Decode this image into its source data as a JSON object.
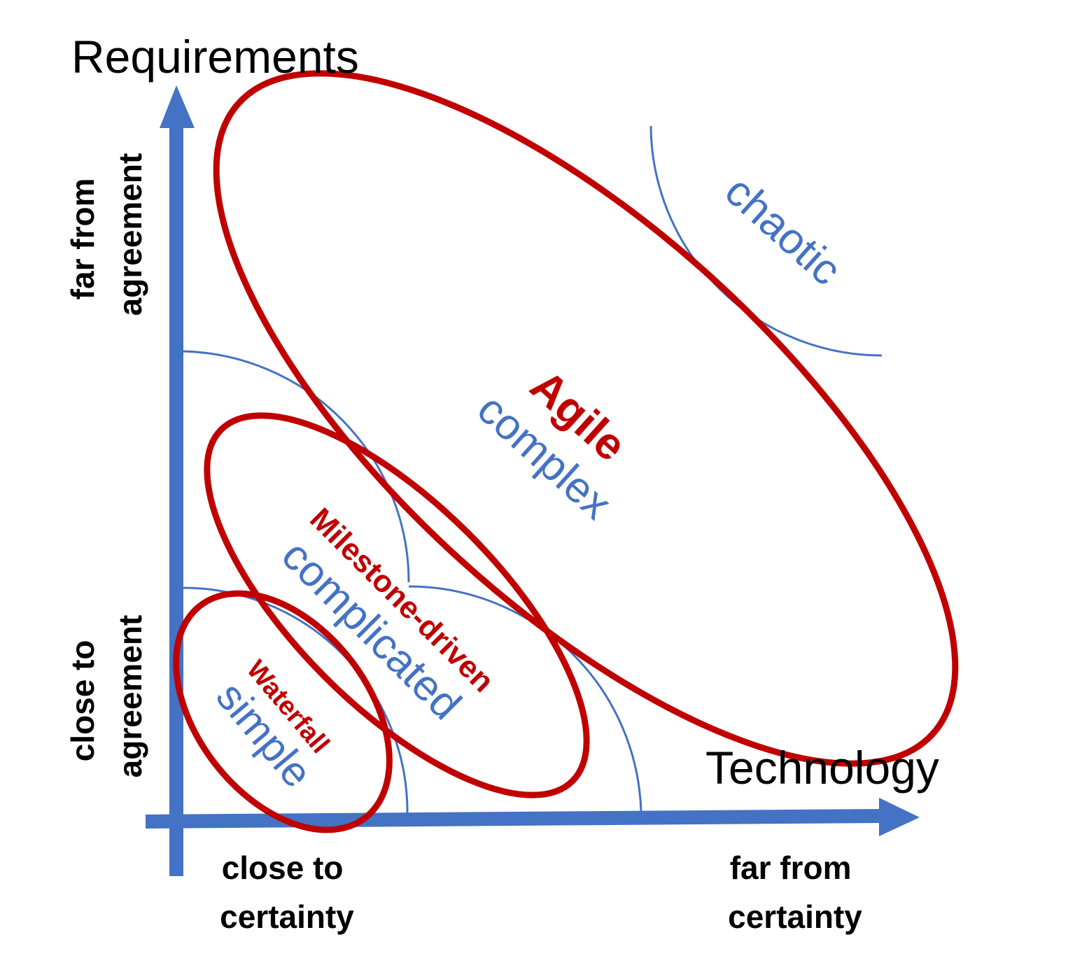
{
  "axes": {
    "y_title": "Requirements",
    "x_title": "Technology",
    "y_low_lines": [
      "close to",
      "agreement"
    ],
    "y_high_lines": [
      "far from",
      "agreement"
    ],
    "x_low_lines": [
      "close to",
      "certainty"
    ],
    "x_high_lines": [
      "far from",
      "certainty"
    ]
  },
  "domains": {
    "simple": "simple",
    "complicated": "complicated",
    "complex": "complex",
    "chaotic": "chaotic"
  },
  "approaches": {
    "waterfall": "Waterfall",
    "milestone": "Milestone-driven",
    "agile": "Agile"
  },
  "colors": {
    "axis": "#4472c4",
    "domain_text": "#4472c4",
    "approach": "#c00000",
    "text": "#000000"
  }
}
